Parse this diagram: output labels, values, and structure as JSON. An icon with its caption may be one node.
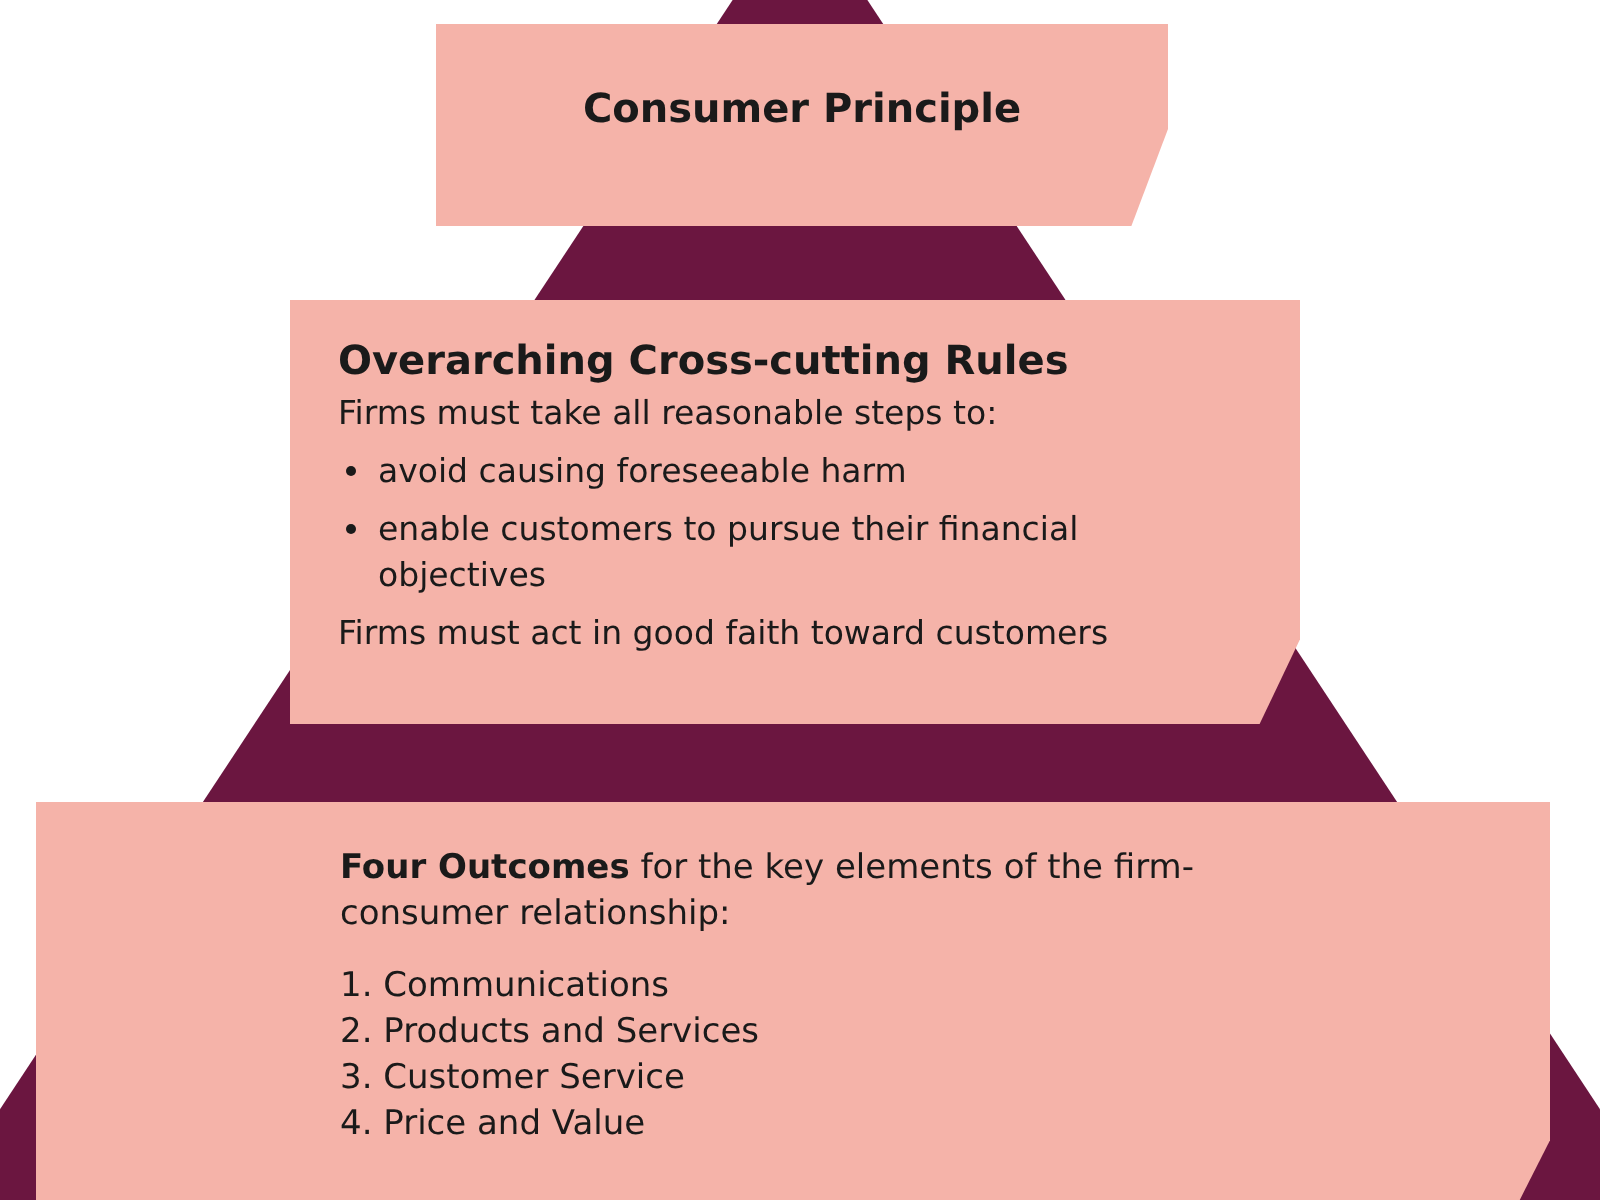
{
  "diagram": {
    "nodes": [
      {
        "text": [
          "Consumer Principle"
        ]
      },
      {
        "text": [
          "Overarching Cross-cutting Rules",
          "Firms must take all reasonable steps to:",
          "avoid causing foreseeable harm",
          "enable customers to pursue their financial objectives",
          "Firms must act in good faith toward customers"
        ]
      },
      {
        "text": [
          "**Four Outcomes** for the key elements of the firm-consumer relationship:",
          "1. Communications",
          "2. Products and Services",
          "3. Customer Service",
          "4. Price and Value"
        ]
      }
    ]
  }
}
